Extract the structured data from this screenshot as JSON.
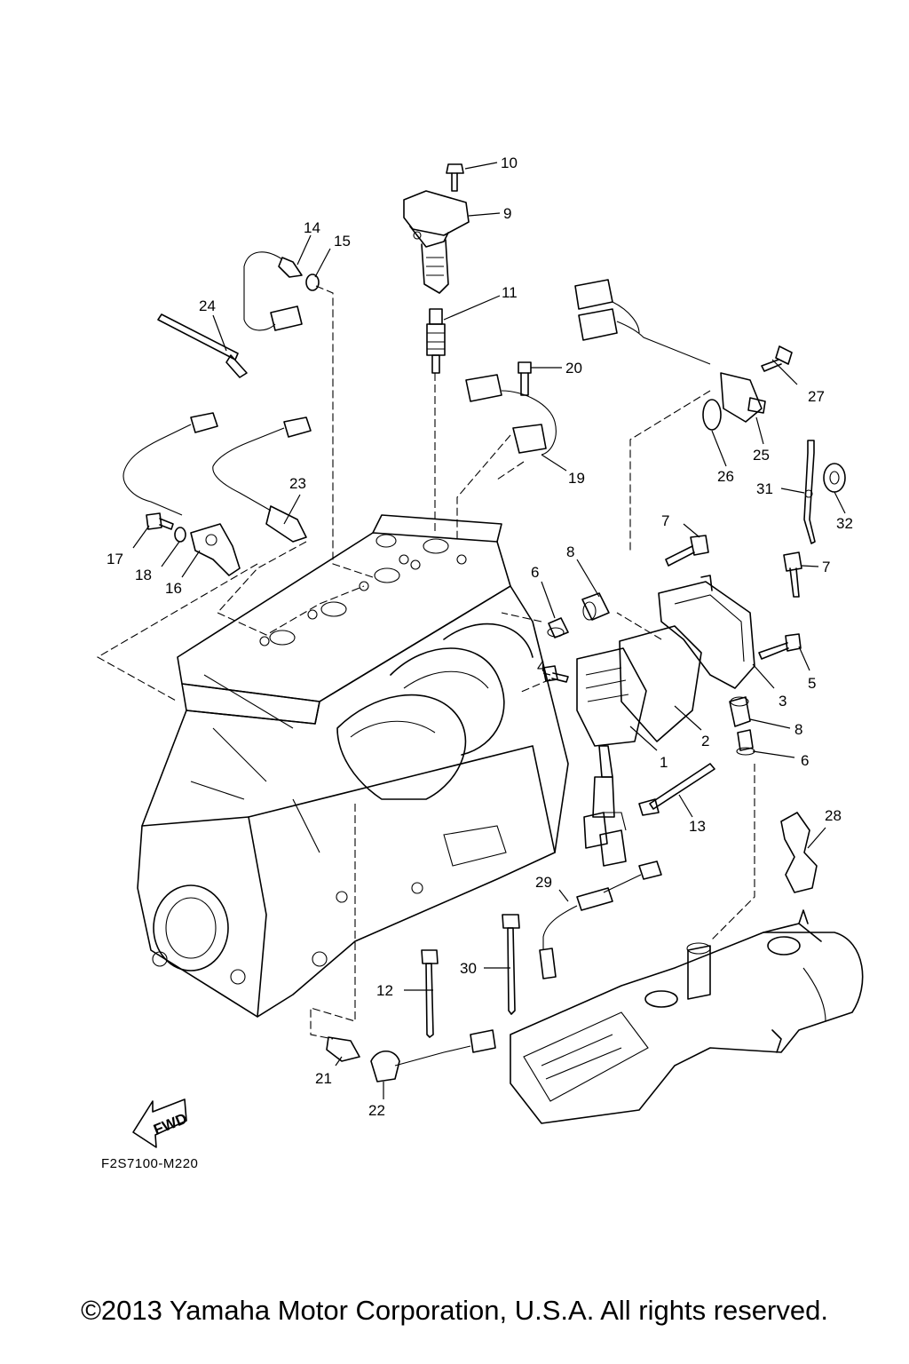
{
  "diagram": {
    "callouts": [
      {
        "id": "1",
        "label": "1"
      },
      {
        "id": "2",
        "label": "2"
      },
      {
        "id": "3",
        "label": "3"
      },
      {
        "id": "4",
        "label": "4"
      },
      {
        "id": "5",
        "label": "5"
      },
      {
        "id": "6a",
        "label": "6"
      },
      {
        "id": "6b",
        "label": "6"
      },
      {
        "id": "7a",
        "label": "7"
      },
      {
        "id": "7b",
        "label": "7"
      },
      {
        "id": "8a",
        "label": "8"
      },
      {
        "id": "8b",
        "label": "8"
      },
      {
        "id": "9",
        "label": "9"
      },
      {
        "id": "10",
        "label": "10"
      },
      {
        "id": "11",
        "label": "11"
      },
      {
        "id": "12",
        "label": "12"
      },
      {
        "id": "13",
        "label": "13"
      },
      {
        "id": "14",
        "label": "14"
      },
      {
        "id": "15",
        "label": "15"
      },
      {
        "id": "16",
        "label": "16"
      },
      {
        "id": "17",
        "label": "17"
      },
      {
        "id": "18",
        "label": "18"
      },
      {
        "id": "19",
        "label": "19"
      },
      {
        "id": "20",
        "label": "20"
      },
      {
        "id": "21",
        "label": "21"
      },
      {
        "id": "22",
        "label": "22"
      },
      {
        "id": "23",
        "label": "23"
      },
      {
        "id": "24",
        "label": "24"
      },
      {
        "id": "25",
        "label": "25"
      },
      {
        "id": "26",
        "label": "26"
      },
      {
        "id": "27",
        "label": "27"
      },
      {
        "id": "28",
        "label": "28"
      },
      {
        "id": "29",
        "label": "29"
      },
      {
        "id": "30",
        "label": "30"
      },
      {
        "id": "31",
        "label": "31"
      },
      {
        "id": "32",
        "label": "32"
      }
    ],
    "fwd_label": "FWD",
    "drawing_code": "F2S7100-M220"
  },
  "footer": {
    "copyright": "©2013 Yamaha Motor Corporation, U.S.A. All rights reserved."
  }
}
